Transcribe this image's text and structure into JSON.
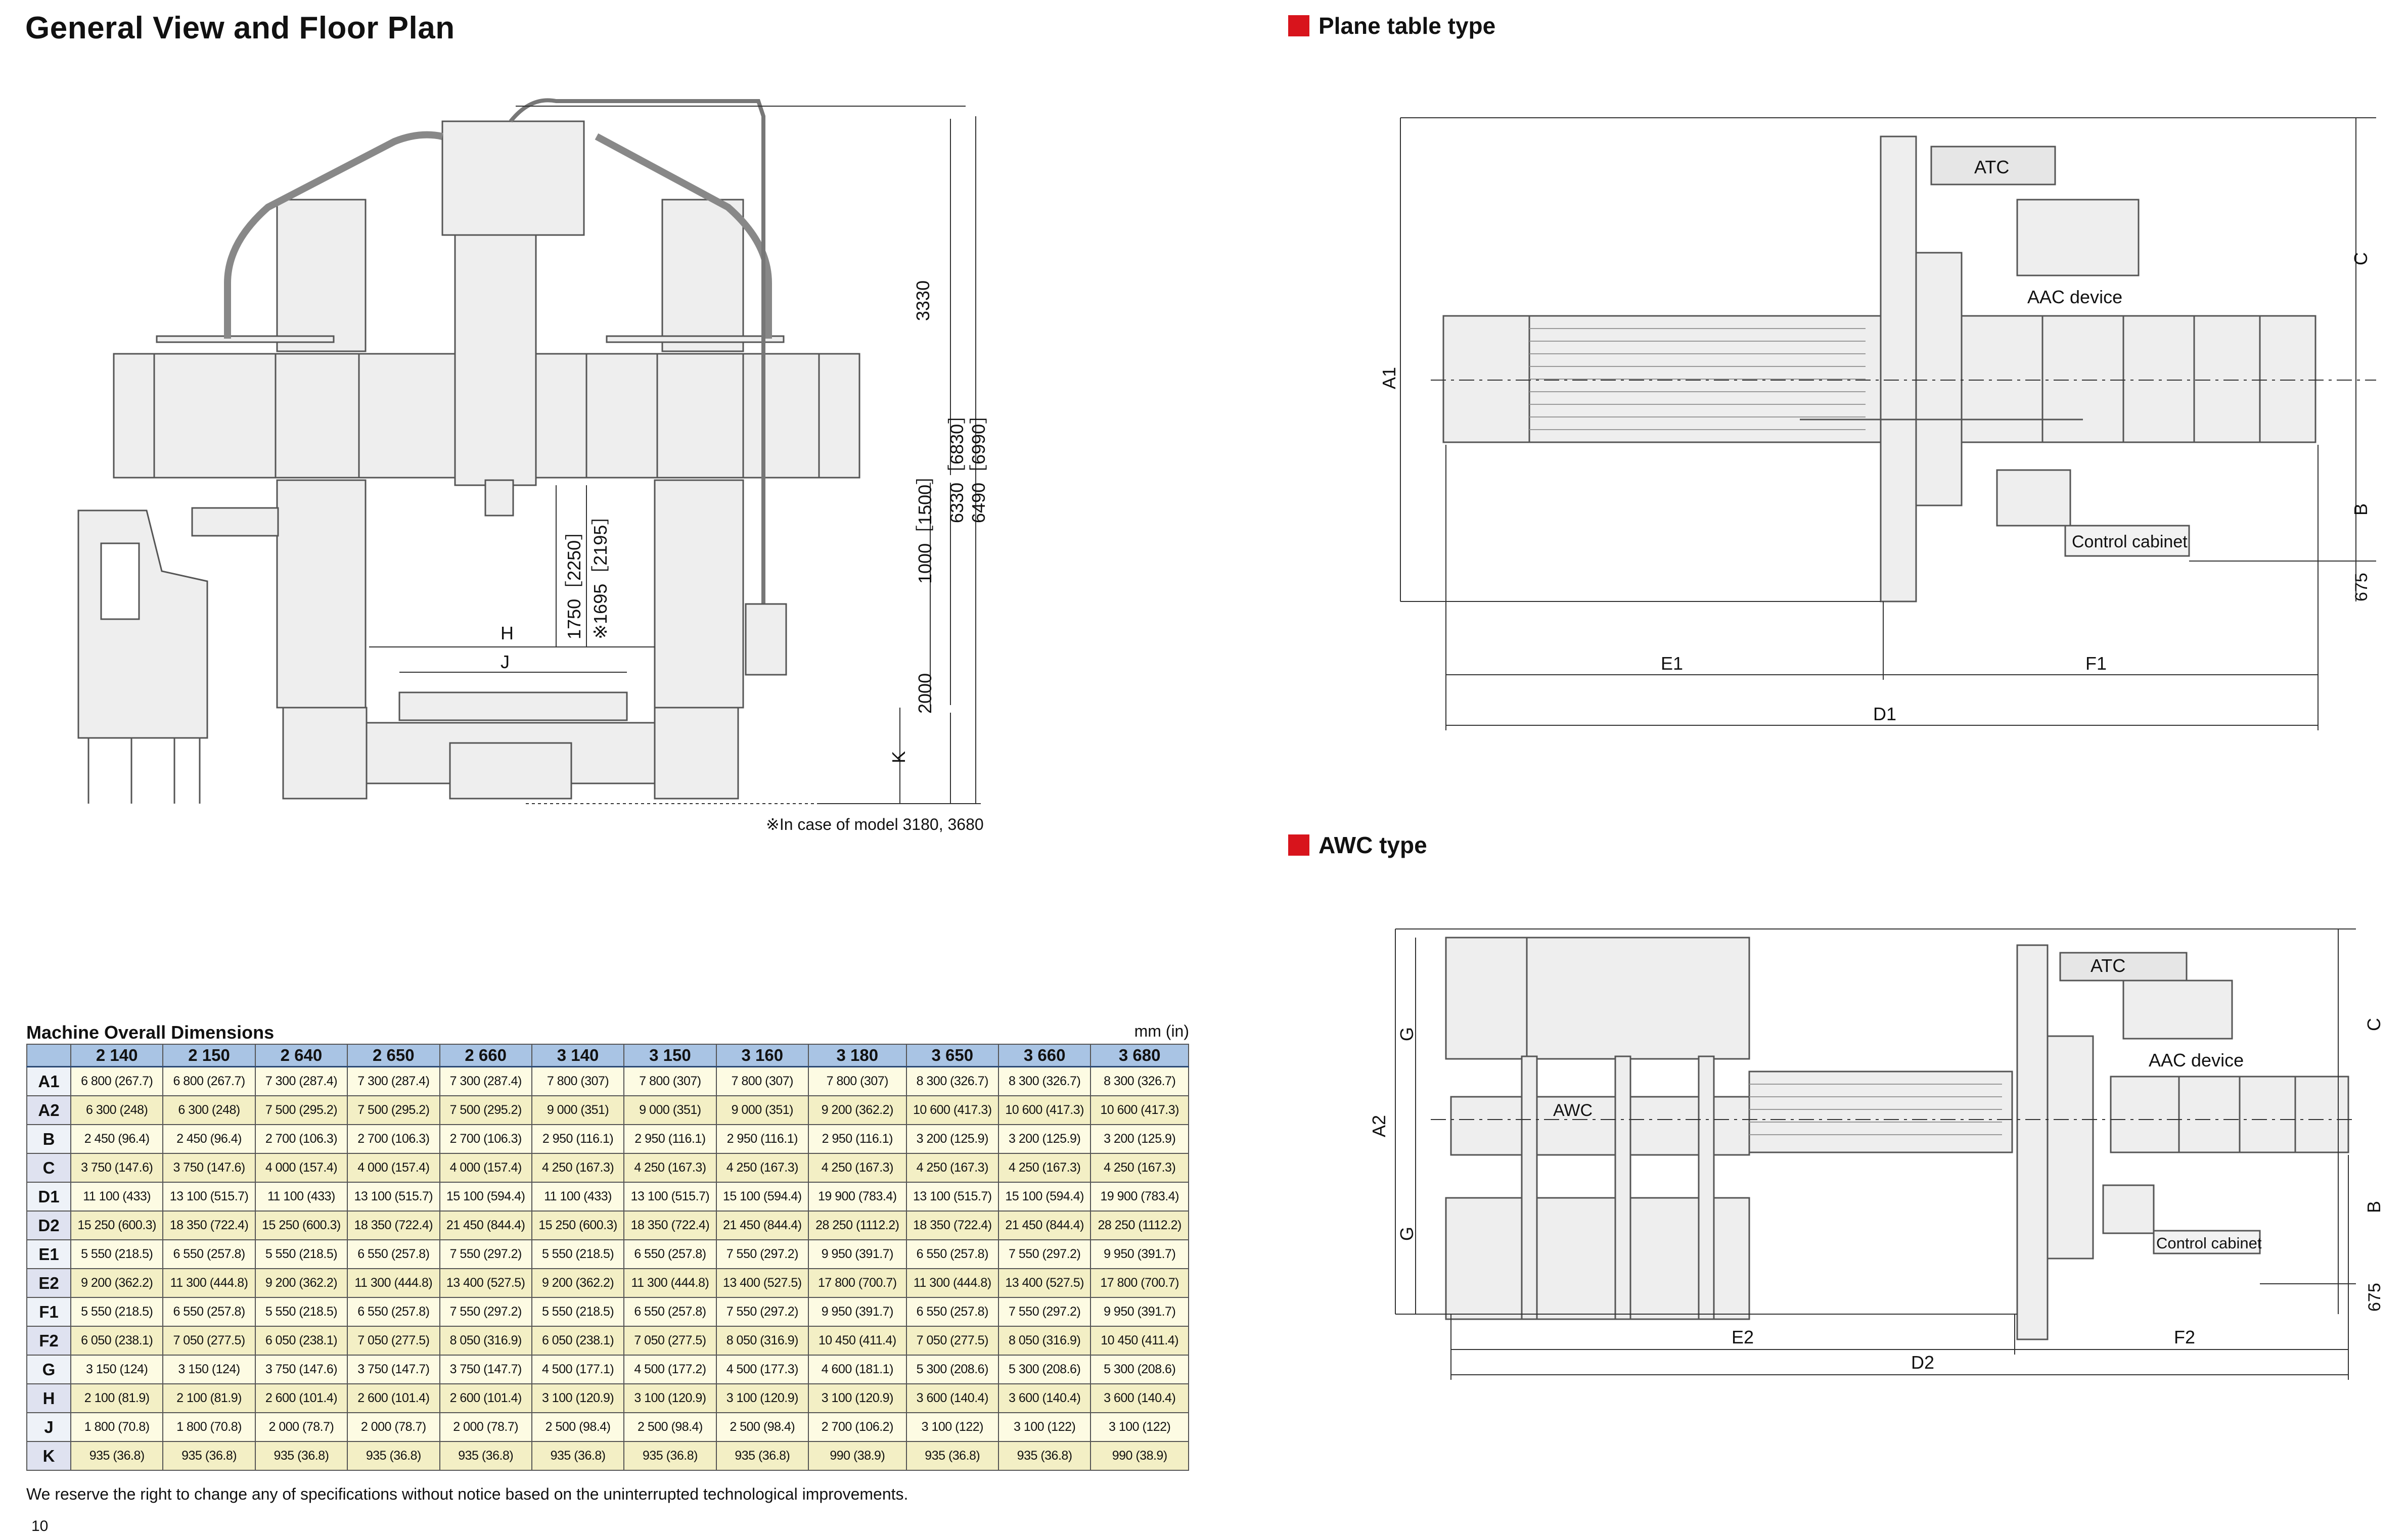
{
  "page": {
    "title": "General View and Floor Plan",
    "page_number": "10",
    "disclaimer": "We reserve the right to change any of specifications without notice based on the uninterrupted technological improvements."
  },
  "colors": {
    "accent_red": "#d8141c",
    "header_blue": "#a9c4e4",
    "row_light": "#fdfbe3",
    "row_dark": "#f3efc5"
  },
  "front_view": {
    "dims": {
      "d3330": "3330",
      "d6330": "6330［6830］",
      "d6490": "6490［6990］",
      "d1000": "1000［1500］",
      "d1750": "1750［2250］",
      "d1695": "※1695［2195］",
      "d2000": "2000",
      "H": "H",
      "J": "J",
      "K": "K"
    },
    "note": "※In case of model 3180, 3680"
  },
  "plane_table": {
    "title": "Plane table type",
    "labels": {
      "atc": "ATC",
      "aac": "AAC device",
      "control": "Control cabinet"
    },
    "dims": {
      "A1": "A1",
      "B": "B",
      "C": "C",
      "d675": "675",
      "E1": "E1",
      "F1": "F1",
      "D1": "D1"
    }
  },
  "awc": {
    "title": "AWC type",
    "labels": {
      "atc": "ATC",
      "aac": "AAC device",
      "control": "Control cabinet",
      "awc": "AWC"
    },
    "dims": {
      "A2": "A2",
      "G1": "G",
      "G2": "G",
      "B": "B",
      "C": "C",
      "d675": "675",
      "E2": "E2",
      "F2": "F2",
      "D2": "D2"
    }
  },
  "table": {
    "caption": "Machine Overall Dimensions",
    "unit": "mm (in)",
    "columns": [
      "2 140",
      "2 150",
      "2 640",
      "2 650",
      "2 660",
      "3 140",
      "3 150",
      "3 160",
      "3 180",
      "3 650",
      "3 660",
      "3 680"
    ],
    "rows": [
      {
        "label": "A1",
        "values": [
          "6 800 (267.7)",
          "6 800 (267.7)",
          "7 300 (287.4)",
          "7 300 (287.4)",
          "7 300 (287.4)",
          "7 800 (307)",
          "7 800 (307)",
          "7 800 (307)",
          "7 800 (307)",
          "8 300 (326.7)",
          "8 300 (326.7)",
          "8 300 (326.7)"
        ]
      },
      {
        "label": "A2",
        "values": [
          "6 300 (248)",
          "6 300 (248)",
          "7 500 (295.2)",
          "7 500 (295.2)",
          "7 500 (295.2)",
          "9 000 (351)",
          "9 000 (351)",
          "9 000 (351)",
          "9 200 (362.2)",
          "10 600 (417.3)",
          "10 600 (417.3)",
          "10 600 (417.3)"
        ]
      },
      {
        "label": "B",
        "values": [
          "2 450 (96.4)",
          "2 450 (96.4)",
          "2 700 (106.3)",
          "2 700 (106.3)",
          "2 700 (106.3)",
          "2 950 (116.1)",
          "2 950 (116.1)",
          "2 950 (116.1)",
          "2 950 (116.1)",
          "3 200 (125.9)",
          "3 200 (125.9)",
          "3 200 (125.9)"
        ]
      },
      {
        "label": "C",
        "values": [
          "3 750 (147.6)",
          "3 750 (147.6)",
          "4 000 (157.4)",
          "4 000 (157.4)",
          "4 000 (157.4)",
          "4 250 (167.3)",
          "4 250 (167.3)",
          "4 250 (167.3)",
          "4 250 (167.3)",
          "4 250 (167.3)",
          "4 250 (167.3)",
          "4 250 (167.3)"
        ]
      },
      {
        "label": "D1",
        "values": [
          "11 100 (433)",
          "13 100 (515.7)",
          "11 100 (433)",
          "13 100 (515.7)",
          "15 100 (594.4)",
          "11 100 (433)",
          "13 100 (515.7)",
          "15 100 (594.4)",
          "19 900 (783.4)",
          "13 100 (515.7)",
          "15 100 (594.4)",
          "19 900 (783.4)"
        ]
      },
      {
        "label": "D2",
        "values": [
          "15 250 (600.3)",
          "18 350 (722.4)",
          "15 250 (600.3)",
          "18 350 (722.4)",
          "21 450 (844.4)",
          "15 250 (600.3)",
          "18 350 (722.4)",
          "21 450 (844.4)",
          "28 250 (1112.2)",
          "18 350 (722.4)",
          "21 450 (844.4)",
          "28 250 (1112.2)"
        ]
      },
      {
        "label": "E1",
        "values": [
          "5 550 (218.5)",
          "6 550 (257.8)",
          "5 550 (218.5)",
          "6 550 (257.8)",
          "7 550 (297.2)",
          "5 550 (218.5)",
          "6 550 (257.8)",
          "7 550 (297.2)",
          "9 950 (391.7)",
          "6 550 (257.8)",
          "7 550 (297.2)",
          "9 950 (391.7)"
        ]
      },
      {
        "label": "E2",
        "values": [
          "9 200 (362.2)",
          "11 300 (444.8)",
          "9 200 (362.2)",
          "11 300 (444.8)",
          "13 400 (527.5)",
          "9 200 (362.2)",
          "11 300 (444.8)",
          "13 400 (527.5)",
          "17 800 (700.7)",
          "11 300 (444.8)",
          "13 400 (527.5)",
          "17 800 (700.7)"
        ]
      },
      {
        "label": "F1",
        "values": [
          "5 550 (218.5)",
          "6 550 (257.8)",
          "5 550 (218.5)",
          "6 550 (257.8)",
          "7 550 (297.2)",
          "5 550 (218.5)",
          "6 550 (257.8)",
          "7 550 (297.2)",
          "9 950 (391.7)",
          "6 550 (257.8)",
          "7 550 (297.2)",
          "9 950 (391.7)"
        ]
      },
      {
        "label": "F2",
        "values": [
          "6 050 (238.1)",
          "7 050 (277.5)",
          "6 050 (238.1)",
          "7 050 (277.5)",
          "8 050 (316.9)",
          "6 050 (238.1)",
          "7 050 (277.5)",
          "8 050 (316.9)",
          "10 450 (411.4)",
          "7 050 (277.5)",
          "8 050 (316.9)",
          "10 450 (411.4)"
        ]
      },
      {
        "label": "G",
        "values": [
          "3 150 (124)",
          "3 150 (124)",
          "3 750 (147.6)",
          "3 750 (147.7)",
          "3 750 (147.7)",
          "4 500 (177.1)",
          "4 500 (177.2)",
          "4 500 (177.3)",
          "4 600 (181.1)",
          "5 300 (208.6)",
          "5 300 (208.6)",
          "5 300 (208.6)"
        ]
      },
      {
        "label": "H",
        "values": [
          "2 100 (81.9)",
          "2 100 (81.9)",
          "2 600 (101.4)",
          "2 600 (101.4)",
          "2 600 (101.4)",
          "3 100 (120.9)",
          "3 100 (120.9)",
          "3 100 (120.9)",
          "3 100 (120.9)",
          "3 600 (140.4)",
          "3 600 (140.4)",
          "3 600 (140.4)"
        ]
      },
      {
        "label": "J",
        "values": [
          "1 800 (70.8)",
          "1 800 (70.8)",
          "2 000 (78.7)",
          "2 000 (78.7)",
          "2 000 (78.7)",
          "2 500 (98.4)",
          "2 500 (98.4)",
          "2 500 (98.4)",
          "2 700 (106.2)",
          "3 100 (122)",
          "3 100 (122)",
          "3 100 (122)"
        ]
      },
      {
        "label": "K",
        "values": [
          "935 (36.8)",
          "935 (36.8)",
          "935 (36.8)",
          "935 (36.8)",
          "935 (36.8)",
          "935 (36.8)",
          "935 (36.8)",
          "935 (36.8)",
          "990 (38.9)",
          "935 (36.8)",
          "935 (36.8)",
          "990 (38.9)"
        ]
      }
    ]
  }
}
